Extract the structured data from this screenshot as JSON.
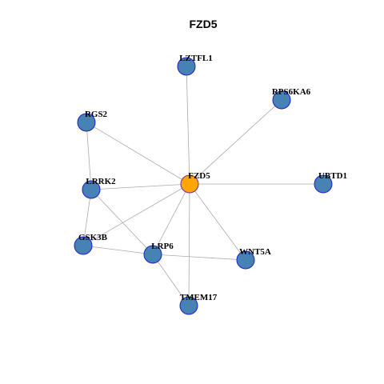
{
  "title": "FZD5",
  "colors": {
    "node_fill": "#4682B4",
    "node_border": "#1E20CC",
    "center_fill": "#FFA500",
    "center_border": "#7A2A8A",
    "edge": "#AAAAAA",
    "label": "#000000"
  },
  "nodes": [
    {
      "id": "LZTFL1",
      "label": "LZTFL1",
      "type": "neighbor"
    },
    {
      "id": "RPS6KA6",
      "label": "RPS6KA6",
      "type": "neighbor"
    },
    {
      "id": "RGS2",
      "label": "RGS2",
      "type": "neighbor"
    },
    {
      "id": "FZD5",
      "label": "FZD5",
      "type": "center"
    },
    {
      "id": "UBTD1",
      "label": "UBTD1",
      "type": "neighbor"
    },
    {
      "id": "LRRK2",
      "label": "LRRK2",
      "type": "neighbor"
    },
    {
      "id": "GSK3B",
      "label": "GSK3B",
      "type": "neighbor"
    },
    {
      "id": "LRP6",
      "label": "LRP6",
      "type": "neighbor"
    },
    {
      "id": "WNT5A",
      "label": "WNT5A",
      "type": "neighbor"
    },
    {
      "id": "TMEM17",
      "label": "TMEM17",
      "type": "neighbor"
    }
  ],
  "edges": [
    {
      "source": "FZD5",
      "target": "LZTFL1"
    },
    {
      "source": "FZD5",
      "target": "RPS6KA6"
    },
    {
      "source": "FZD5",
      "target": "RGS2"
    },
    {
      "source": "FZD5",
      "target": "UBTD1"
    },
    {
      "source": "FZD5",
      "target": "LRRK2"
    },
    {
      "source": "FZD5",
      "target": "GSK3B"
    },
    {
      "source": "FZD5",
      "target": "LRP6"
    },
    {
      "source": "FZD5",
      "target": "WNT5A"
    },
    {
      "source": "FZD5",
      "target": "TMEM17"
    },
    {
      "source": "RGS2",
      "target": "LRRK2"
    },
    {
      "source": "LRRK2",
      "target": "GSK3B"
    },
    {
      "source": "LRRK2",
      "target": "LRP6"
    },
    {
      "source": "GSK3B",
      "target": "LRP6"
    },
    {
      "source": "LRP6",
      "target": "WNT5A"
    },
    {
      "source": "LRP6",
      "target": "TMEM17"
    }
  ]
}
